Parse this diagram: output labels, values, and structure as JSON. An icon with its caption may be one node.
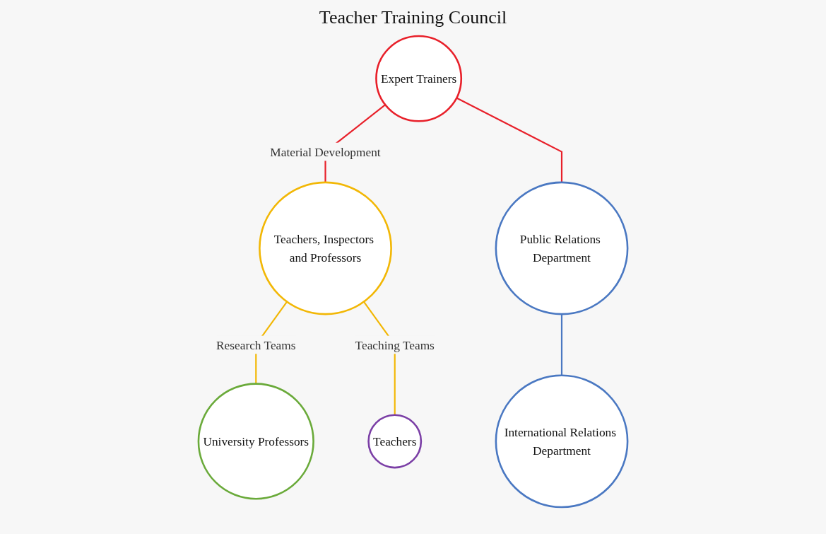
{
  "diagram": {
    "title": "Teacher Training Council",
    "nodes": [
      {
        "text": [
          "Expert Trainers"
        ]
      },
      {
        "text": [
          "Teachers, Inspectors and Professors"
        ]
      },
      {
        "text": [
          "Public Relations Department"
        ]
      },
      {
        "text": [
          "University Professors"
        ]
      },
      {
        "text": [
          "Teachers"
        ]
      },
      {
        "text": [
          "International Relations Department"
        ]
      }
    ],
    "edges": [
      {
        "from": 0,
        "to": 1,
        "arrow": "none",
        "label": "Material Development",
        "color": "#e8202a"
      },
      {
        "from": 0,
        "to": 2,
        "arrow": "none",
        "color": "#e8202a"
      },
      {
        "from": 1,
        "to": 3,
        "arrow": "none",
        "label": "Research Teams",
        "color": "#f2b705"
      },
      {
        "from": 1,
        "to": 4,
        "arrow": "none",
        "label": "Teaching Teams",
        "color": "#f2b705"
      },
      {
        "from": 2,
        "to": 5,
        "arrow": "none",
        "color": "#4a78c2"
      }
    ]
  }
}
